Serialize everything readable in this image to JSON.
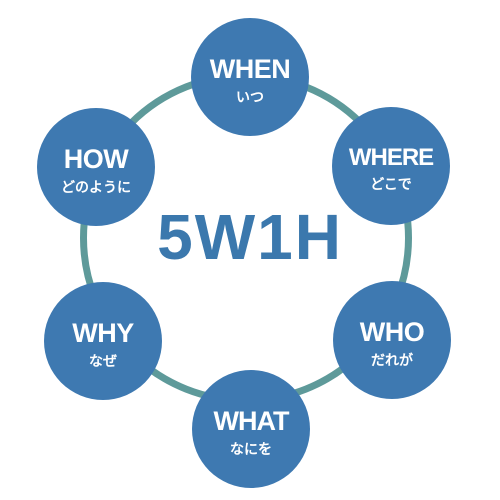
{
  "title": "5W1H",
  "nodes": [
    {
      "en": "WHEN",
      "jp": "いつ"
    },
    {
      "en": "WHERE",
      "jp": "どこで"
    },
    {
      "en": "WHO",
      "jp": "だれが"
    },
    {
      "en": "WHAT",
      "jp": "なにを"
    },
    {
      "en": "WHY",
      "jp": "なぜ"
    },
    {
      "en": "HOW",
      "jp": "どのように"
    }
  ],
  "colors": {
    "node_fill": "#3e79b1",
    "ring": "#5e9a9a",
    "title": "#3b78ad",
    "node_text": "#ffffff"
  }
}
